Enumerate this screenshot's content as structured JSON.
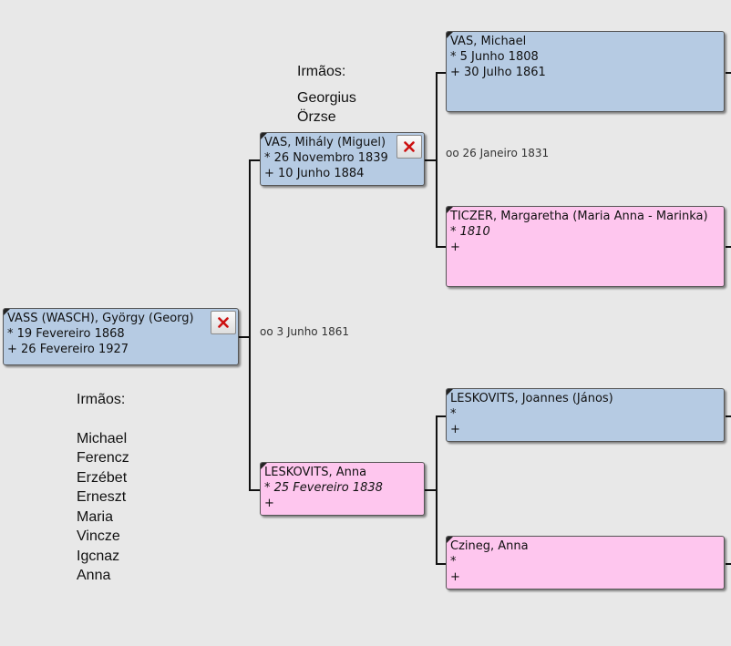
{
  "root": {
    "name": "VASS (WASCH), György (Georg)",
    "birth": "* 19 Fevereiro 1868",
    "death": "+ 26 Fevereiro 1927",
    "siblings_heading": "Irmãos:",
    "siblings": [
      "Michael",
      "Ferencz",
      "Erzébet",
      "Erneszt",
      "Maria",
      "Vincze",
      "Igcnaz",
      "Anna"
    ]
  },
  "parents_marriage": "oo 3 Junho 1861",
  "father": {
    "name": "VAS, Mihály (Miguel)",
    "birth": "* 26 Novembro 1839",
    "death": "+ 10 Junho 1884",
    "siblings_heading": "Irmãos:",
    "siblings": [
      "Georgius",
      "Örzse"
    ]
  },
  "mother": {
    "name": "LESKOVITS, Anna",
    "birth": "* 25 Fevereiro 1838",
    "death": "+"
  },
  "paternal_marriage": "oo 26 Janeiro 1831",
  "paternal_grandfather": {
    "name": "VAS, Michael",
    "birth": "* 5 Junho 1808",
    "death": "+ 30 Julho 1861"
  },
  "paternal_grandmother": {
    "name": "TICZER, Margaretha (Maria Anna - Marinka)",
    "birth": "* 1810",
    "death": "+"
  },
  "maternal_grandfather": {
    "name": "LESKOVITS, Joannes (János)",
    "birth": "*",
    "death": "+"
  },
  "maternal_grandmother": {
    "name": "Czineg, Anna",
    "birth": "*",
    "death": "+"
  },
  "colors": {
    "male_card": "#b6cbe3",
    "female_card": "#fec6ee",
    "background": "#e8e8e8",
    "remove_icon": "#cc1111"
  },
  "icons": {
    "remove": "close-icon"
  }
}
